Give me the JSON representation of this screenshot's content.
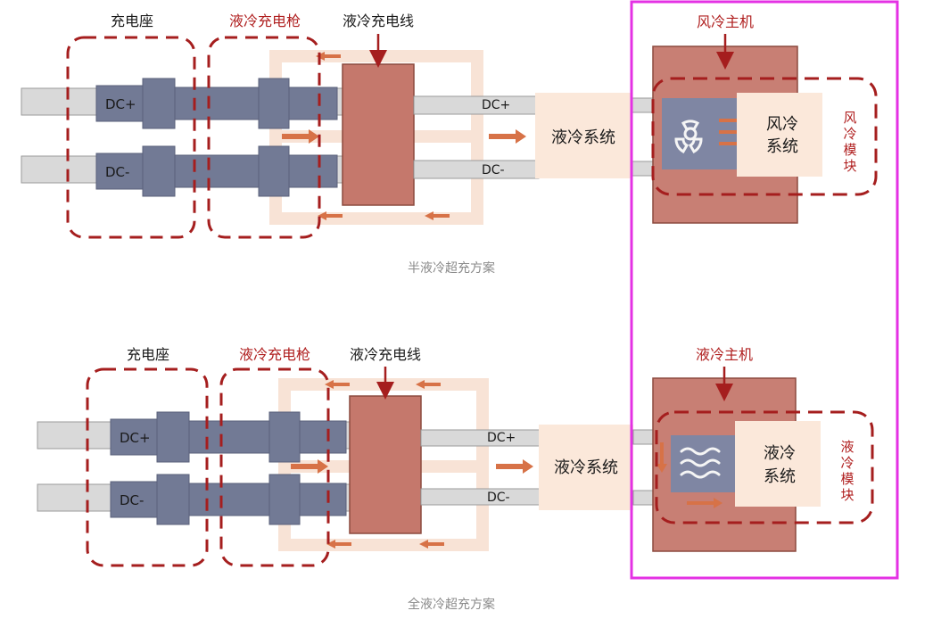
{
  "colors": {
    "cable_gray": "#d9d9d9",
    "connector_slate": "#727a95",
    "cable_box": "#c5786c",
    "host_box": "#c87f74",
    "frame_peach": "#f8e3d6",
    "arrow_orange": "#d77247",
    "dashed_red": "#a51e1e",
    "system_box": "#fbe8da",
    "highlight_magenta": "#e431e4",
    "icon_panel": "#7f86a3"
  },
  "top": {
    "label_seat": "充电座",
    "label_gun": "液冷充电枪",
    "label_cable": "液冷充电线",
    "dc_plus": "DC+",
    "dc_minus": "DC-",
    "dc_plus_right": "DC+",
    "dc_minus_right": "DC-",
    "liquid_system": "液冷系统",
    "host_title": "风冷主机",
    "module_inner_line1": "风冷",
    "module_inner_line2": "系统",
    "module_side_1": "风",
    "module_side_2": "冷",
    "module_side_3": "模",
    "module_side_4": "块",
    "caption": "半液冷超充方案",
    "icon": "fan-icon"
  },
  "bottom": {
    "label_seat": "充电座",
    "label_gun": "液冷充电枪",
    "label_cable": "液冷充电线",
    "dc_plus": "DC+",
    "dc_minus": "DC-",
    "dc_plus_right": "DC+",
    "dc_minus_right": "DC-",
    "liquid_system": "液冷系统",
    "host_title": "液冷主机",
    "module_inner_line1": "液冷",
    "module_inner_line2": "系统",
    "module_side_1": "液",
    "module_side_2": "冷",
    "module_side_3": "模",
    "module_side_4": "块",
    "caption": "全液冷超充方案",
    "icon": "wave-icon"
  }
}
